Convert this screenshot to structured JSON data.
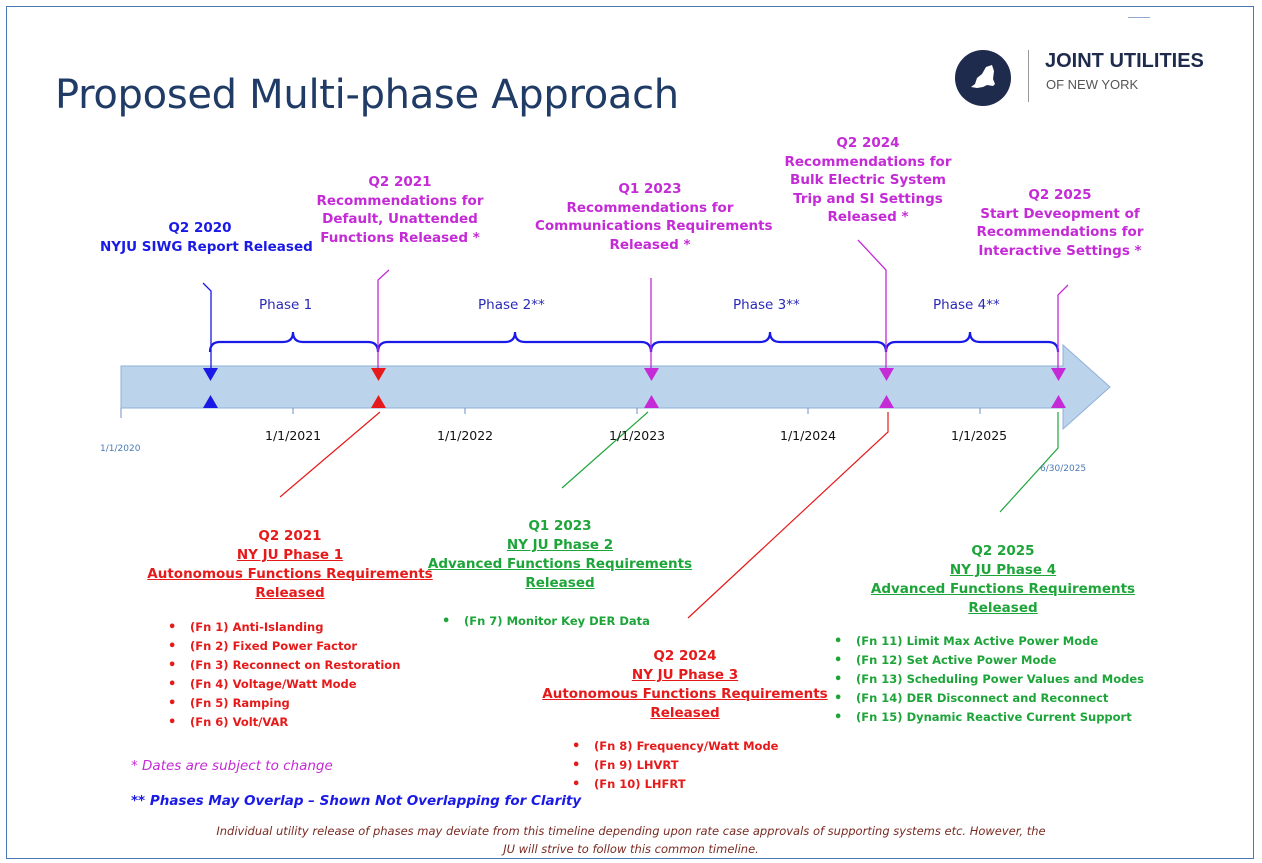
{
  "title": "Proposed Multi-phase Approach",
  "logo": {
    "line1": "JOINT UTILITIES",
    "line2": "OF NEW YORK"
  },
  "colors": {
    "blue": "#1a1ae6",
    "magenta": "#c42ad6",
    "red": "#e61a1a",
    "green": "#1ea53a",
    "arrow_fill": "#bcd3ec",
    "title": "#1f3b66",
    "footer": "#7a2a22"
  },
  "timeline": {
    "start_date": "1/1/2020",
    "end_date": "6/30/2025",
    "ticks": [
      "1/1/2021",
      "1/1/2022",
      "1/1/2023",
      "1/1/2024",
      "1/1/2025"
    ],
    "phases": [
      "Phase 1",
      "Phase 2**",
      "Phase 3**",
      "Phase 4**"
    ]
  },
  "milestones": {
    "m2020": {
      "line1": "Q2 2020",
      "line2": "NYJU SIWG Report Released"
    },
    "m2021": {
      "line1": "Q2 2021",
      "line2": "Recommendations for",
      "line3": "Default, Unattended",
      "line4": "Functions Released *"
    },
    "m2023": {
      "line1": "Q1 2023",
      "line2": "Recommendations for",
      "line3": "Communications Requirements",
      "line4": "Released *"
    },
    "m2024": {
      "line1": "Q2 2024",
      "line2": "Recommendations for",
      "line3": "Bulk Electric System",
      "line4": "Trip and SI Settings",
      "line5": "Released *"
    },
    "m2025": {
      "line1": "Q2 2025",
      "line2": "Start Deveopment of",
      "line3": "Recommendations for",
      "line4": "Interactive Settings *"
    }
  },
  "releases": {
    "p1": {
      "date": "Q2 2021",
      "name": "NY JU Phase 1",
      "req": "Autonomous Functions Requirements",
      "status": "Released",
      "functions": [
        "(Fn 1) Anti-Islanding",
        "(Fn 2) Fixed Power Factor",
        "(Fn 3) Reconnect on Restoration",
        "(Fn 4) Voltage/Watt Mode",
        "(Fn 5) Ramping",
        "(Fn 6) Volt/VAR"
      ]
    },
    "p2": {
      "date": "Q1 2023",
      "name": "NY JU Phase 2",
      "req": "Advanced Functions Requirements",
      "status": "Released",
      "functions": [
        "(Fn 7) Monitor Key DER Data"
      ]
    },
    "p3": {
      "date": "Q2 2024",
      "name": "NY JU Phase 3",
      "req": "Autonomous Functions Requirements",
      "status": "Released",
      "functions": [
        "(Fn 8) Frequency/Watt Mode",
        "(Fn 9) LHVRT",
        "(Fn 10) LHFRT"
      ]
    },
    "p4": {
      "date": "Q2 2025",
      "name": "NY JU Phase 4",
      "req": "Advanced Functions Requirements",
      "status": "Released",
      "functions": [
        "(Fn 11) Limit Max Active Power Mode",
        "(Fn 12) Set Active Power Mode",
        "(Fn 13) Scheduling Power Values and Modes",
        "(Fn 14) DER Disconnect and Reconnect",
        "(Fn 15) Dynamic Reactive Current Support"
      ]
    }
  },
  "notes": {
    "dates": "* Dates are subject to change",
    "overlap": "** Phases May Overlap – Shown Not Overlapping for Clarity"
  },
  "footer": {
    "line1": "Individual utility release of phases may deviate from this timeline depending upon rate case approvals of supporting systems etc. However, the",
    "line2": "JU will strive to follow this common timeline."
  }
}
